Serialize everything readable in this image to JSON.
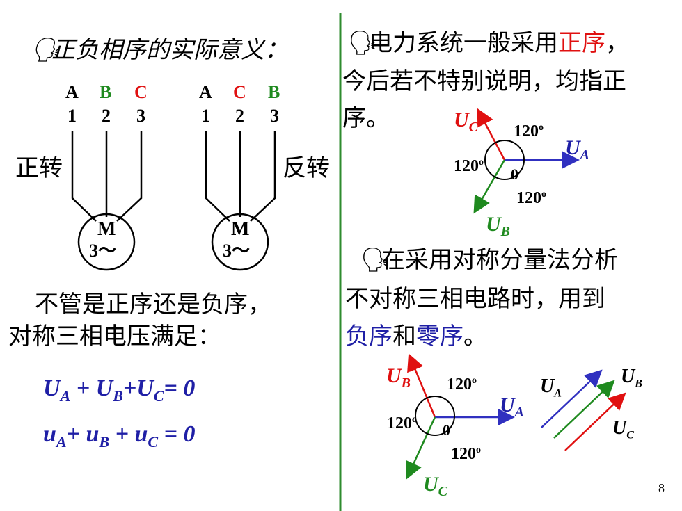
{
  "left": {
    "heading": "正负相序的实际意义：",
    "motor_forward": {
      "phase_labels": [
        "A",
        "B",
        "C"
      ],
      "terminal_numbers": [
        "1",
        "2",
        "3"
      ],
      "direction_label": "正转",
      "motor_letter": "M",
      "motor_sub": "3～"
    },
    "motor_reverse": {
      "phase_labels": [
        "A",
        "C",
        "B"
      ],
      "terminal_numbers": [
        "1",
        "2",
        "3"
      ],
      "direction_label": "反转",
      "motor_letter": "M",
      "motor_sub": "3～"
    },
    "statement_line1": "不管是正序还是负序，",
    "statement_line2": "对称三相电压满足：",
    "equation_phasor": {
      "terms": [
        "U",
        "A",
        "+",
        "U",
        "B",
        "+",
        "U",
        "C",
        "= 0"
      ]
    },
    "equation_instant": {
      "terms": [
        "u",
        "A",
        "+",
        "u",
        "B",
        "+",
        "u",
        "C",
        "= 0"
      ]
    }
  },
  "right": {
    "para1_prefix": "电力系统一般采用",
    "para1_highlight": "正序",
    "para1_comma": "，",
    "para1_line2": "今后若不特别说明，均指正",
    "para1_line3": "序。",
    "diagram_positive": {
      "labels": {
        "uc": "U",
        "uc_sub": "C",
        "ua": "U",
        "ua_sub": "A",
        "ub": "U",
        "ub_sub": "B",
        "angle_top": "120",
        "angle_left": "120",
        "angle_bottom": "120",
        "origin": "0",
        "degree": "o"
      }
    },
    "para2_line1": "在采用对称分量法分析",
    "para2_line2": "不对称三相电路时，用到",
    "para2_neg": "负序",
    "para2_and": "和",
    "para2_zero": "零序",
    "para2_end": "。",
    "diagram_negative": {
      "labels": {
        "ub": "U",
        "ub_sub": "B",
        "ua": "U",
        "ua_sub": "A",
        "uc": "U",
        "uc_sub": "C",
        "angle_top": "120",
        "angle_left": "120",
        "angle_bottom": "120",
        "origin": "0",
        "degree": "o"
      }
    },
    "diagram_zero": {
      "labels": {
        "ua": "U",
        "ua_sub": "A",
        "ub": "U",
        "ub_sub": "B",
        "uc": "U",
        "uc_sub": "C"
      }
    }
  },
  "page_number": "8",
  "colors": {
    "blue": "#1f1fa6",
    "red": "#e01010",
    "green": "#1f8a1f",
    "divider": "#2e8b2e"
  }
}
